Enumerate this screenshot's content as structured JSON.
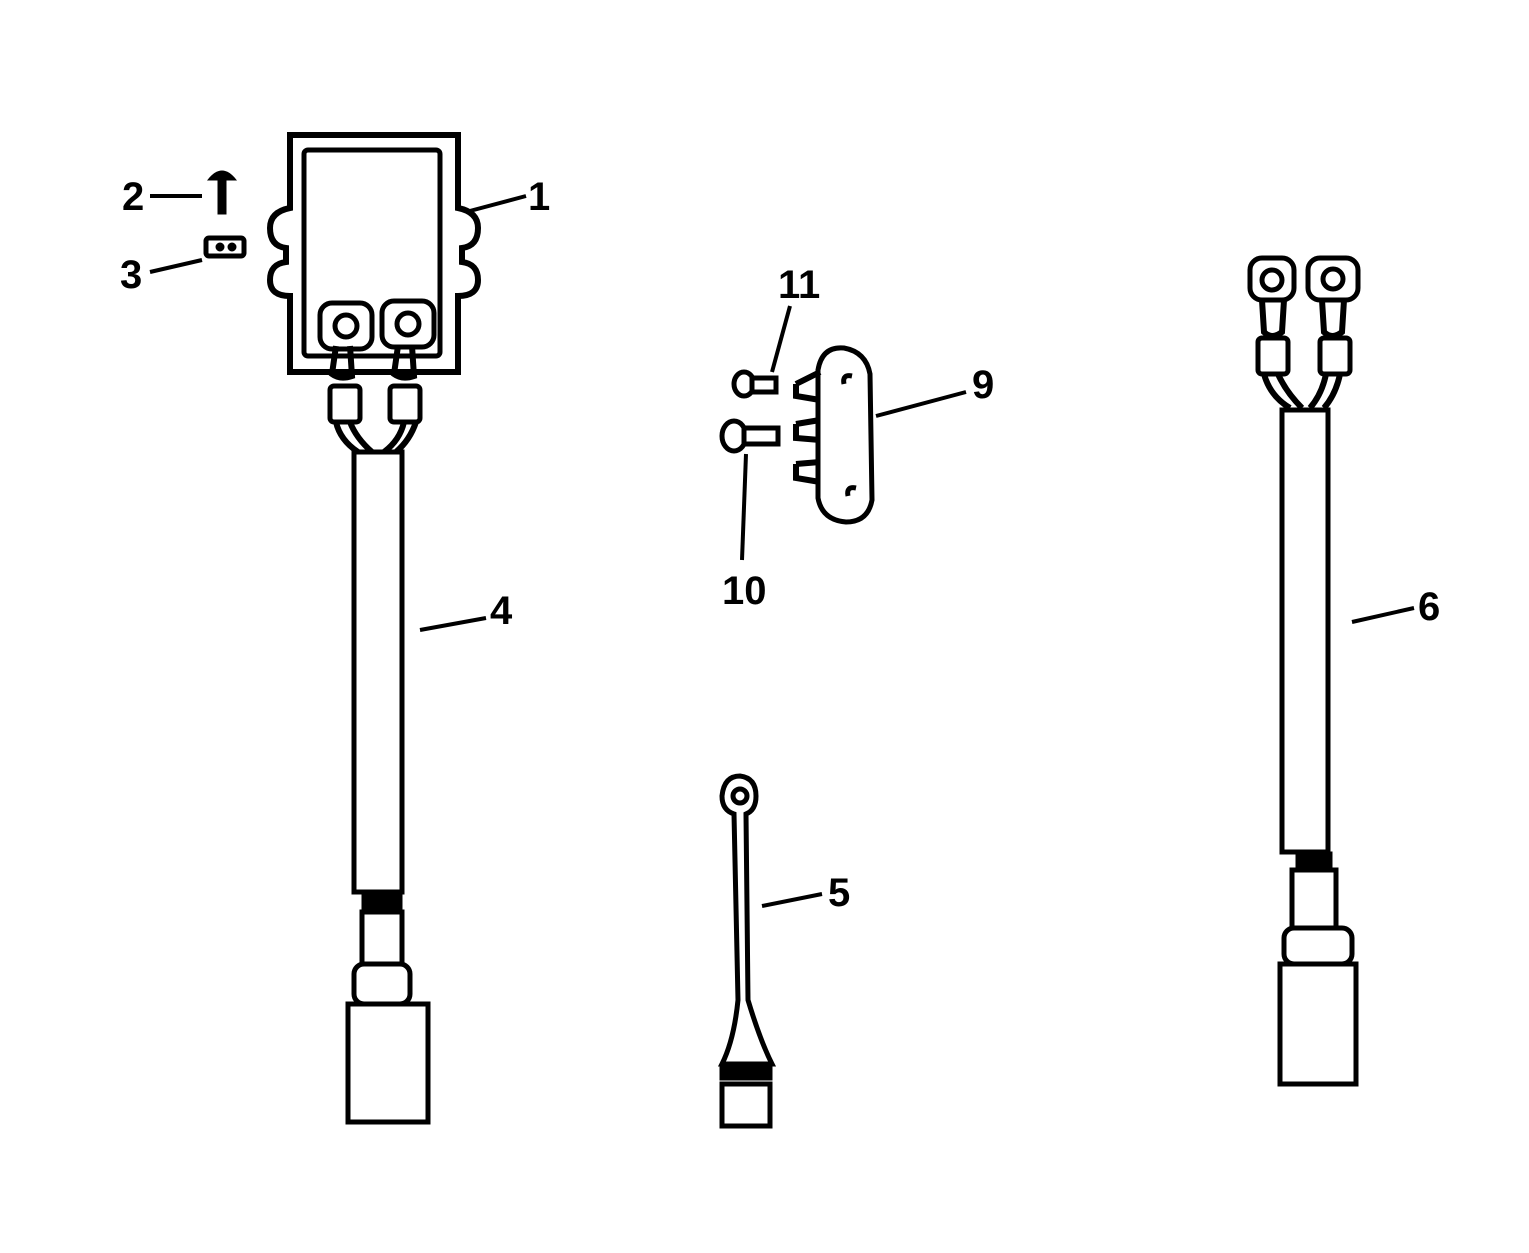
{
  "diagram": {
    "callouts": {
      "c1": "1",
      "c2": "2",
      "c3": "3",
      "c4": "4",
      "c5": "5",
      "c6": "6",
      "c9": "9",
      "c10": "10",
      "c11": "11"
    }
  }
}
